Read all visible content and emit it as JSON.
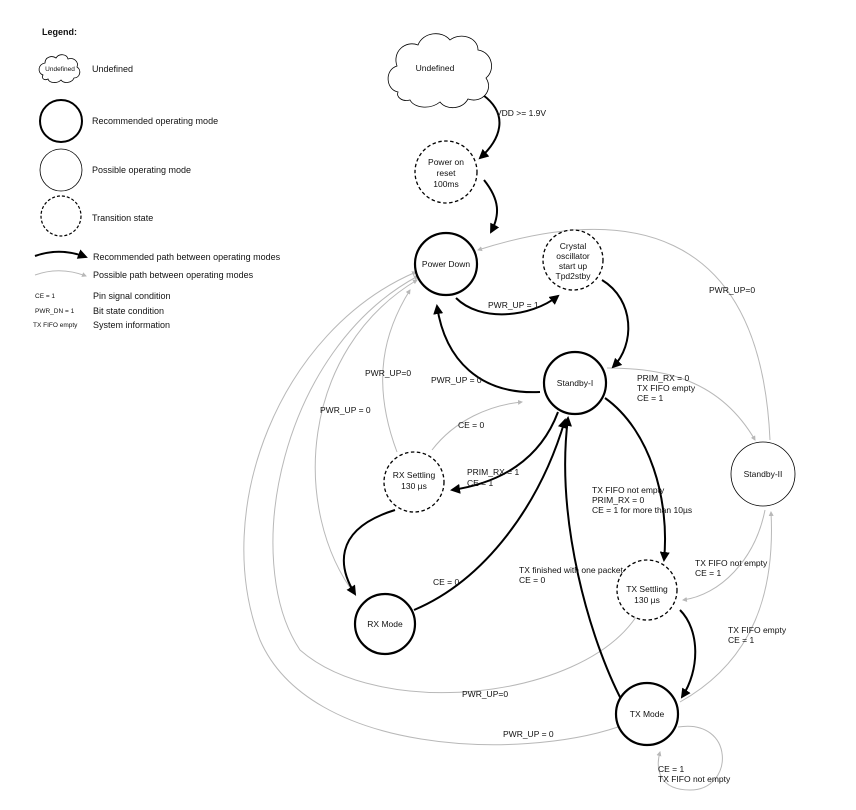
{
  "legend": {
    "title": "Legend:",
    "undefined_symbol_text": "Undefined",
    "items": {
      "undefined": "Undefined",
      "recommended_mode": "Recommended operating mode",
      "possible_mode": "Possible operating mode",
      "transition_state": "Transition state",
      "recommended_path": "Recommended path between operating modes",
      "possible_path": "Possible path between operating modes",
      "pin_signal": "Pin signal condition",
      "bit_state": "Bit state condition",
      "system_info": "System information"
    },
    "examples": {
      "pin": "CE = 1",
      "bit": "PWR_DN = 1",
      "info": "TX FIFO empty"
    }
  },
  "states": {
    "undefined": "Undefined",
    "por": [
      "Power on",
      "reset",
      "100ms"
    ],
    "power_down": "Power Down",
    "crystal": [
      "Crystal",
      "oscillator",
      "start up",
      "Tpd2stby"
    ],
    "standby1": "Standby-I",
    "standby2": "Standby-II",
    "rx_settling": [
      "RX Settling",
      "130 µs"
    ],
    "rx_mode": "RX Mode",
    "tx_settling": [
      "TX Settling",
      "130 µs"
    ],
    "tx_mode": "TX Mode"
  },
  "paths": {
    "vdd": "VDD >= 1.9V",
    "pwrup1_to_crystal": "PWR_UP = 1",
    "pwrup0_top": "PWR_UP=0",
    "pwrup0_sb1": "PWR_UP = 0",
    "pwrup0_rxs": "PWR_UP=0",
    "pwrup0_rxm": "PWR_UP = 0",
    "ce0_rxs": "CE = 0",
    "prim_rx1": [
      "PRIM_RX = 1",
      "CE = 1"
    ],
    "ce0_rxm": "CE = 0",
    "sb2_entry": [
      "PRIM_RX = 0",
      "TX FIFO empty",
      "CE = 1"
    ],
    "tx_start": [
      "TX FIFO not empty",
      "PRIM_RX = 0",
      "CE = 1  for more than 10µs"
    ],
    "tx_finished": [
      "TX finished with one packet",
      "CE = 0"
    ],
    "sb2_to_txs": [
      "TX FIFO not empty",
      "CE = 1"
    ],
    "txs_fifo_empty": [
      "TX FIFO empty",
      "CE = 1"
    ],
    "pwrup0_txs": "PWR_UP=0",
    "pwrup0_txm": "PWR_UP = 0",
    "tx_self": [
      "CE = 1",
      "TX FIFO not empty"
    ]
  }
}
